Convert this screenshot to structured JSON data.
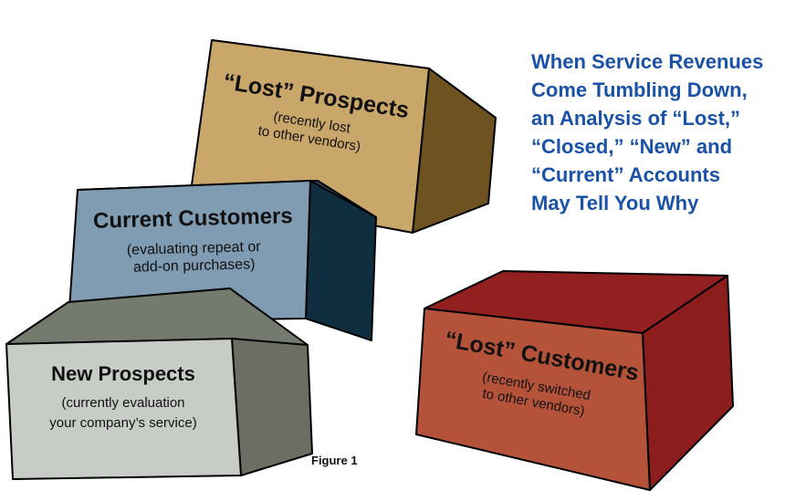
{
  "headline": {
    "lines": [
      "When Service Revenues",
      "Come Tumbling Down,",
      "an Analysis of “Lost,”",
      "“Closed,” “New” and",
      "“Current” Accounts",
      "May Tell You Why"
    ]
  },
  "figure_caption": "Figure 1",
  "boxes": {
    "lost_prospects": {
      "title": "“Lost” Prospects",
      "line1": "(recently lost",
      "line2": "to other vendors)",
      "colors": {
        "front": "#c9a66a",
        "top": "#a9864e",
        "side": "#6e5220"
      }
    },
    "current_customers": {
      "title": "Current Customers",
      "line1": "(evaluating repeat or",
      "line2": "add-on purchases)",
      "colors": {
        "front": "#7f9cb3",
        "top": "#2b4b5f",
        "side": "#0f2f40"
      }
    },
    "new_prospects": {
      "title": "New Prospects",
      "line1": "(currently evaluation",
      "line2": "your company’s service)",
      "colors": {
        "front": "#c8ccc7",
        "top": "#757a6e",
        "side": "#6a6e63"
      }
    },
    "lost_customers": {
      "title": "“Lost” Customers",
      "line1": "(recently switched",
      "line2": "to other vendors)",
      "colors": {
        "front": "#b5533a",
        "top": "#922020",
        "side": "#8c1d1d"
      }
    }
  },
  "colors": {
    "headline": "#1a52a8",
    "outline": "#000000"
  }
}
